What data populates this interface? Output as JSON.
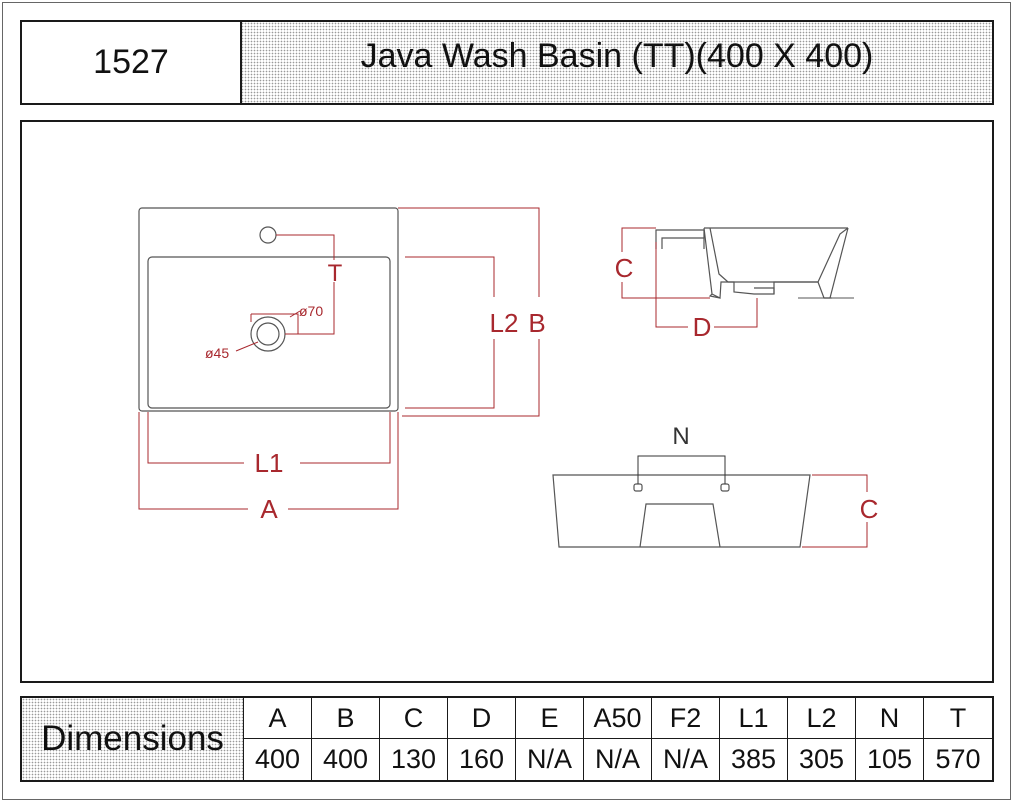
{
  "header": {
    "model_number": "1527",
    "title": "Java Wash Basin (TT)(400 X 400)"
  },
  "drawing": {
    "top_view": {
      "label_T": "T",
      "label_L2": "L2",
      "label_B": "B",
      "label_L1": "L1",
      "label_A": "A",
      "label_d70": "ø70",
      "label_d45": "ø45"
    },
    "side_view": {
      "label_C": "C",
      "label_D": "D"
    },
    "front_view": {
      "label_N": "N",
      "label_C": "C"
    },
    "colors": {
      "dimension_line": "#a8282e",
      "outline": "#555555"
    }
  },
  "dimensions": {
    "label": "Dimensions",
    "headers": [
      "A",
      "B",
      "C",
      "D",
      "E",
      "A50",
      "F2",
      "L1",
      "L2",
      "N",
      "T"
    ],
    "values": [
      "400",
      "400",
      "130",
      "160",
      "N/A",
      "N/A",
      "N/A",
      "385",
      "305",
      "105",
      "570"
    ]
  }
}
